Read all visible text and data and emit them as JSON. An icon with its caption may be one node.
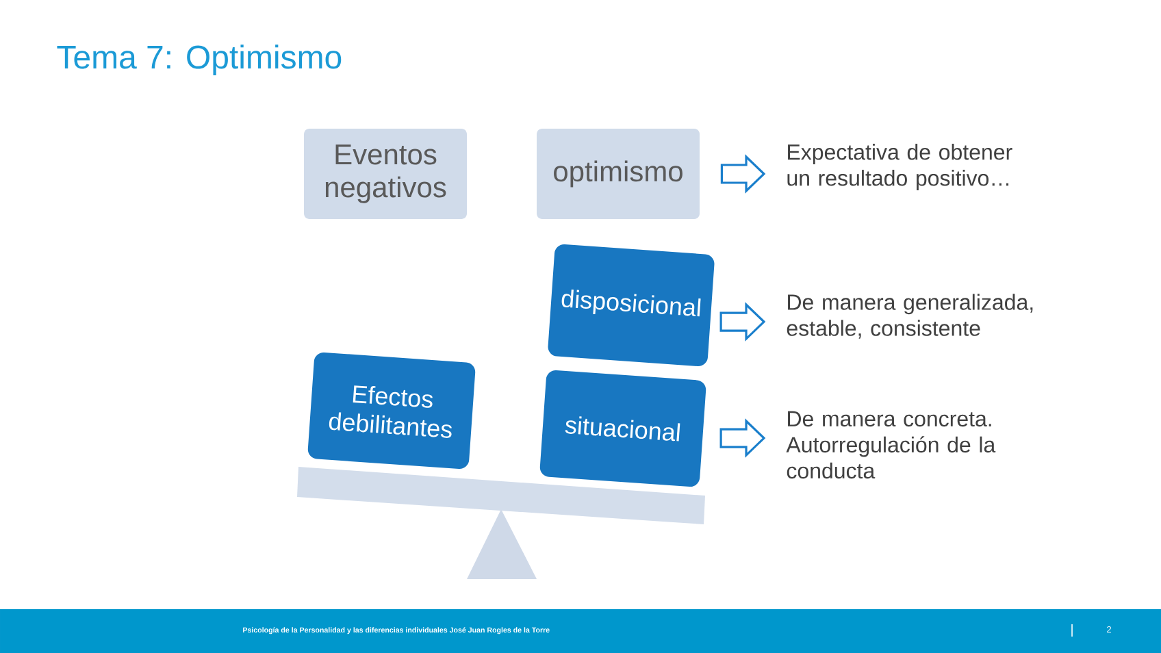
{
  "diagram": {
    "title": "Tema 7: Optimismo",
    "nodes": [
      {
        "text": [
          "Eventos negativos"
        ]
      },
      {
        "text": [
          "optimismo"
        ]
      },
      {
        "text": [
          "Expectativa de obtener un resultado positivo…"
        ]
      },
      {
        "text": [
          "disposicional"
        ]
      },
      {
        "text": [
          "De manera generalizada, estable, consistente"
        ]
      },
      {
        "text": [
          "Efectos debilitantes"
        ]
      },
      {
        "text": [
          "situacional"
        ]
      },
      {
        "text": [
          "De manera concreta. Autorregulación de la conducta"
        ]
      }
    ],
    "edges": [
      {
        "from": 1,
        "to": 2,
        "arrow": "to"
      },
      {
        "from": 3,
        "to": 4,
        "arrow": "to"
      },
      {
        "from": 6,
        "to": 7,
        "arrow": "to"
      }
    ],
    "labels": [
      "Psicología de la Personalidad y las diferencias individuales José Juan Rogles de la Torre",
      "2"
    ]
  }
}
